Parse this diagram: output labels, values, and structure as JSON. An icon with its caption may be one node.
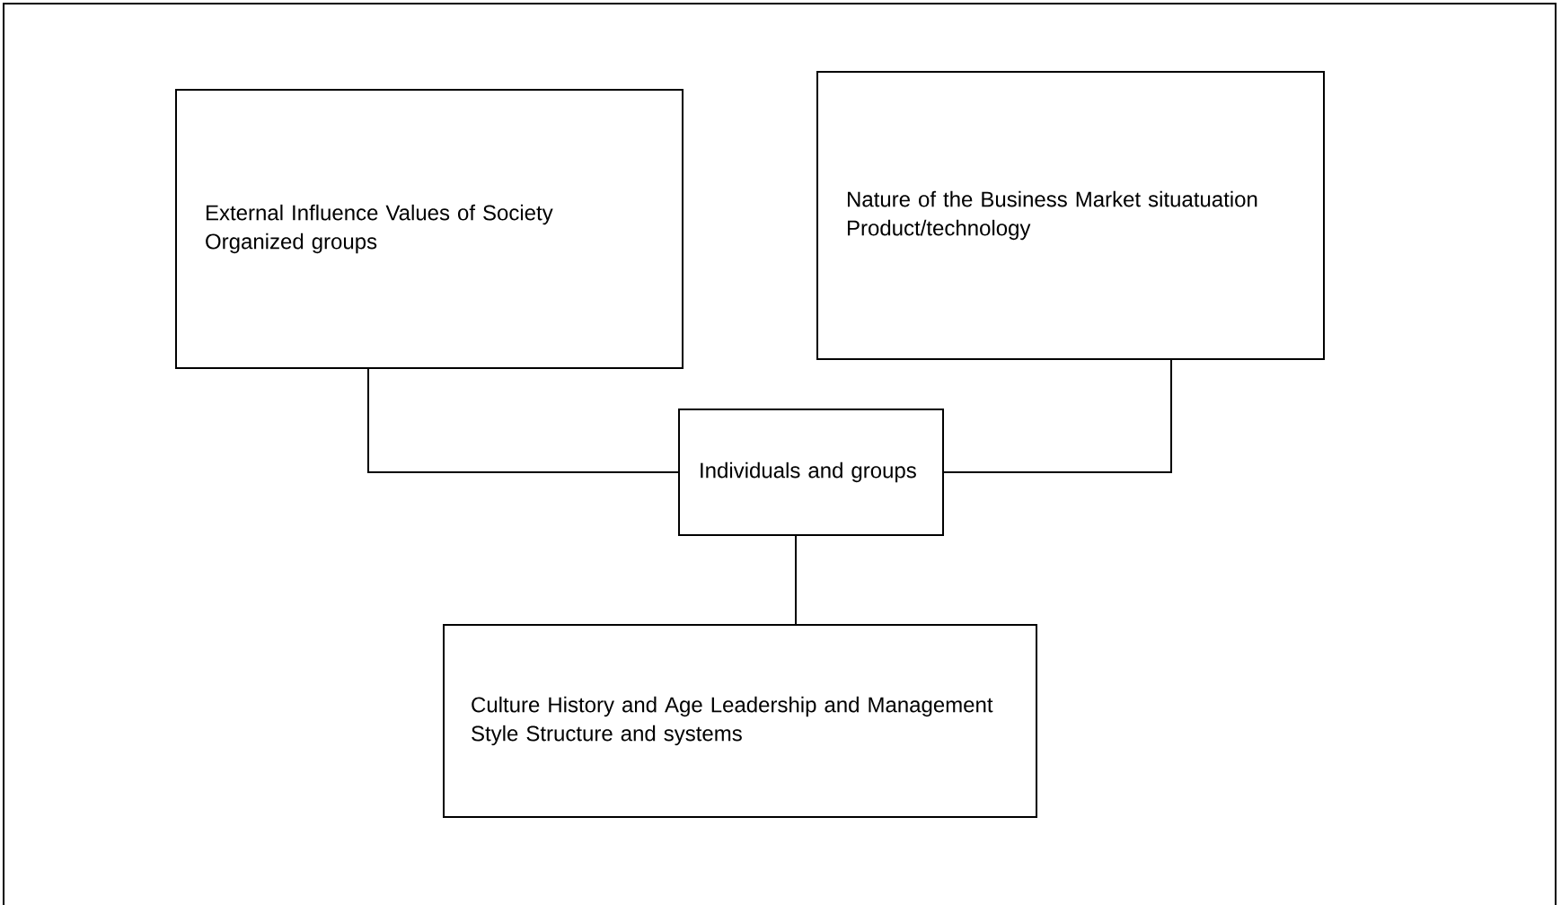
{
  "diagram": {
    "nodes": [
      {
        "text": [
          "External Influence Values of Society Organized groups"
        ]
      },
      {
        "text": [
          "Nature of the Business Market situatuation Product/technology"
        ]
      },
      {
        "text": [
          "Individuals and groups"
        ]
      },
      {
        "text": [
          "Culture History and Age Leadership and Management Style Structure and systems"
        ]
      }
    ],
    "edges": [
      {
        "from": 0,
        "to": 2,
        "arrow": "none"
      },
      {
        "from": 1,
        "to": 2,
        "arrow": "none"
      },
      {
        "from": 2,
        "to": 3,
        "arrow": "none"
      }
    ]
  }
}
